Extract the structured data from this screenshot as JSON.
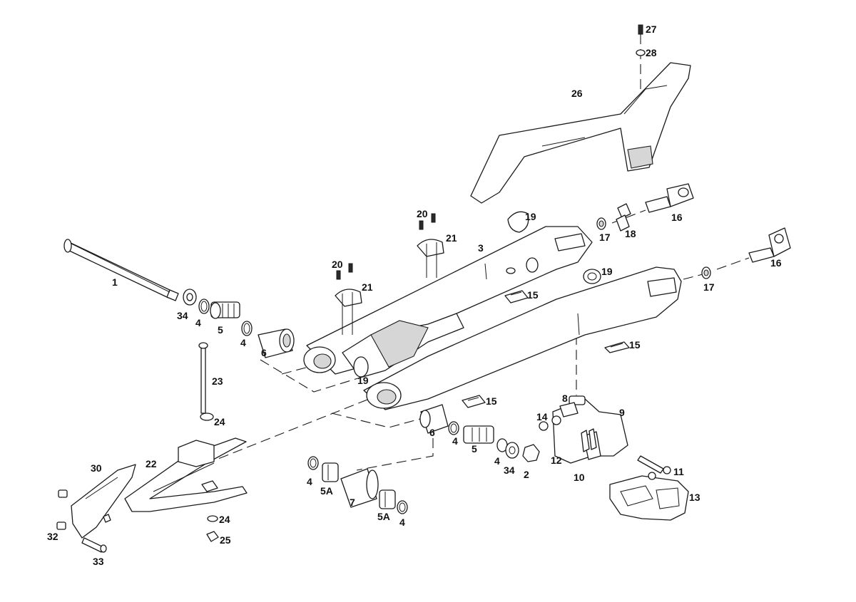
{
  "callouts": [
    {
      "id": "1",
      "text": "1"
    },
    {
      "id": "2",
      "text": "2"
    },
    {
      "id": "3",
      "text": "3"
    },
    {
      "id": "4a",
      "text": "4"
    },
    {
      "id": "4b",
      "text": "4"
    },
    {
      "id": "4c",
      "text": "4"
    },
    {
      "id": "4d",
      "text": "4"
    },
    {
      "id": "4e",
      "text": "4"
    },
    {
      "id": "4f",
      "text": "4"
    },
    {
      "id": "5a",
      "text": "5"
    },
    {
      "id": "5b",
      "text": "5"
    },
    {
      "id": "5Aa",
      "text": "5A"
    },
    {
      "id": "5Ab",
      "text": "5A"
    },
    {
      "id": "6a",
      "text": "6"
    },
    {
      "id": "6b",
      "text": "6"
    },
    {
      "id": "7",
      "text": "7"
    },
    {
      "id": "8",
      "text": "8"
    },
    {
      "id": "9",
      "text": "9"
    },
    {
      "id": "10",
      "text": "10"
    },
    {
      "id": "11",
      "text": "11"
    },
    {
      "id": "12",
      "text": "12"
    },
    {
      "id": "13",
      "text": "13"
    },
    {
      "id": "14",
      "text": "14"
    },
    {
      "id": "15a",
      "text": "15"
    },
    {
      "id": "15b",
      "text": "15"
    },
    {
      "id": "15c",
      "text": "15"
    },
    {
      "id": "16a",
      "text": "16"
    },
    {
      "id": "16b",
      "text": "16"
    },
    {
      "id": "17a",
      "text": "17"
    },
    {
      "id": "17b",
      "text": "17"
    },
    {
      "id": "18",
      "text": "18"
    },
    {
      "id": "19a",
      "text": "19"
    },
    {
      "id": "19b",
      "text": "19"
    },
    {
      "id": "19c",
      "text": "19"
    },
    {
      "id": "20a",
      "text": "20"
    },
    {
      "id": "20b",
      "text": "20"
    },
    {
      "id": "21a",
      "text": "21"
    },
    {
      "id": "21b",
      "text": "21"
    },
    {
      "id": "22",
      "text": "22"
    },
    {
      "id": "23",
      "text": "23"
    },
    {
      "id": "24a",
      "text": "24"
    },
    {
      "id": "24b",
      "text": "24"
    },
    {
      "id": "25",
      "text": "25"
    },
    {
      "id": "26",
      "text": "26"
    },
    {
      "id": "27",
      "text": "27"
    },
    {
      "id": "28",
      "text": "28"
    },
    {
      "id": "30",
      "text": "30"
    },
    {
      "id": "32",
      "text": "32"
    },
    {
      "id": "33",
      "text": "33"
    },
    {
      "id": "34a",
      "text": "34"
    },
    {
      "id": "34b",
      "text": "34"
    }
  ]
}
